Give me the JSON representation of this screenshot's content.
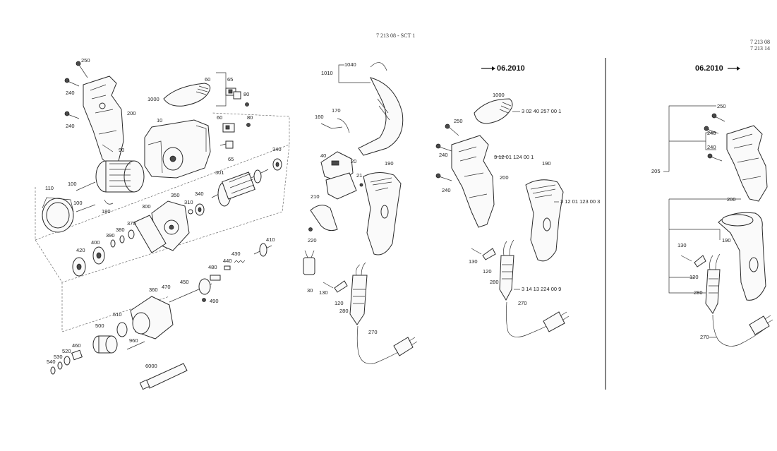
{
  "header": {
    "doc_ref_left": "7 213 08 - SCT 1",
    "doc_ref_right_1": "7 213 08",
    "doc_ref_right_2": "7 213 14"
  },
  "date_marks": {
    "middle": "06.2010",
    "right": "06.2010"
  },
  "part_labels": {
    "p250a": "250",
    "p240a": "240",
    "p240b": "240",
    "p200a": "200",
    "p1000a": "1000",
    "p10": "10",
    "p60a": "60",
    "p65a": "65",
    "p80a": "80",
    "p60b": "60",
    "p80b": "80",
    "p65b": "65",
    "p90": "90",
    "p340a": "340",
    "p301": "301",
    "p110": "110",
    "p100a": "100",
    "p100b": "100",
    "p180": "180",
    "p350": "350",
    "p340b": "340",
    "p310": "310",
    "p300": "300",
    "p370": "370",
    "p380": "380",
    "p390": "390",
    "p400": "400",
    "p420": "420",
    "p410": "410",
    "p430": "430",
    "p440": "440",
    "p480": "480",
    "p450": "450",
    "p470": "470",
    "p490": "490",
    "p360": "360",
    "p510": "510",
    "p500": "500",
    "p960": "960",
    "p460": "460",
    "p520": "520",
    "p530": "530",
    "p540": "540",
    "p6000": "6000",
    "p1040": "1040",
    "p1010": "1010",
    "p160": "160",
    "p170": "170",
    "p40": "40",
    "p20": "20",
    "p21": "21",
    "p190a": "190",
    "p210": "210",
    "p220": "220",
    "p30": "30",
    "p130a": "130",
    "p120a": "120",
    "p280a": "280",
    "p270a": "270",
    "p1000b": "1000",
    "p250b": "250",
    "p240c": "240",
    "p240d": "240",
    "p200b": "200",
    "p190b": "190",
    "p130b": "130",
    "p120b": "120",
    "p280b": "280",
    "p270b": "270",
    "p250c": "250",
    "p240e": "240",
    "p240f": "240",
    "p205": "205",
    "p200c": "200",
    "p190c": "190",
    "p130c": "130",
    "p120c": "120",
    "p280c": "280",
    "p270c": "270"
  },
  "order_codes": {
    "c1000": "3 02 40 257 00 1",
    "c200": "3 12 01 124 00 1",
    "c190": "3 12 01 123 00 3",
    "c280": "3 14 13 224 00 9"
  }
}
